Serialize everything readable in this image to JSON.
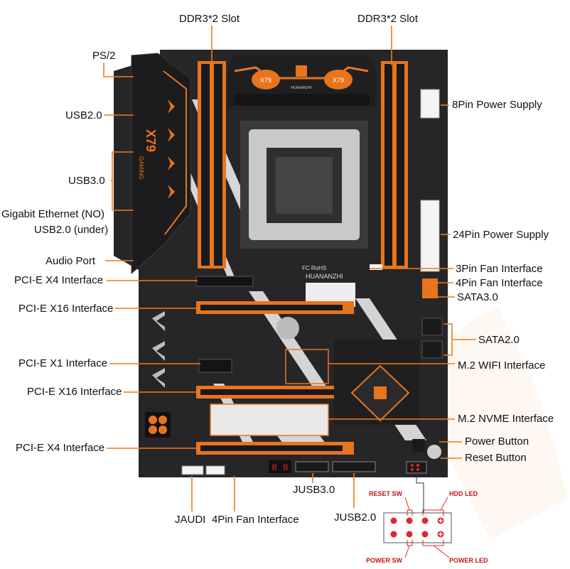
{
  "labels": {
    "ddr3_left": "DDR3*2 Slot",
    "ddr3_right": "DDR3*2 Slot",
    "ps2": "PS/2",
    "usb2": "USB2.0",
    "usb3": "USB3.0",
    "gigabit": "Gigabit Ethernet (NO)",
    "usb2_under": "USB2.0 (under)",
    "audio": "Audio Port",
    "pcie_x4_top": "PCI-E X4 Interface",
    "pcie_x16_top": "PCI-E X16 Interface",
    "pcie_x1": "PCI-E X1 Interface",
    "pcie_x16_bottom": "PCI-E X16 Interface",
    "pcie_x4_bottom": "PCI-E X4 Interface",
    "pin8": "8Pin Power Supply",
    "pin24": "24Pin Power Supply",
    "fan3": "3Pin Fan Interface",
    "fan4": "4Pin Fan Interface",
    "sata3": "SATA3.0",
    "sata2": "SATA2.0",
    "m2_wifi": "M.2 WIFI Interface",
    "m2_nvme": "M.2 NVME Interface",
    "power_button": "Power Button",
    "reset_button": "Reset Button",
    "jusb3": "JUSB3.0",
    "jusb2": "JUSB2.0",
    "jaudi": "JAUDI",
    "fan4_bottom": "4Pin Fan Interface"
  },
  "board_text": {
    "brand": "HUANANZHI",
    "cpu_badge_left": "X79",
    "cpu_badge_right": "X79",
    "side_logo": "X79",
    "side_sub": "GAMING",
    "debug_led": "8 8",
    "fc_mark": "FC RoHS"
  },
  "header_pins": {
    "reset_sw": "RESET SW",
    "hdd_led": "HDD LED",
    "power_sw": "POWER SW",
    "power_led": "POWER LED"
  },
  "colors": {
    "accent": "#f07a17",
    "board": "#2a2a2c",
    "slot_orange": "#e8741e",
    "pin_red": "#e2262b"
  }
}
